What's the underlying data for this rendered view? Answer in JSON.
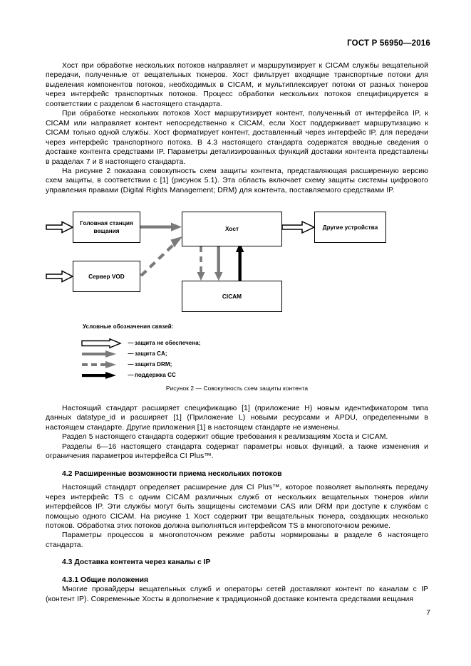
{
  "header": {
    "standard": "ГОСТ Р 56950—2016"
  },
  "page_number": "7",
  "body_top": {
    "paragraphs": [
      "Хост при обработке нескольких потоков направляет и маршрутизирует к CICAM службы вещательной передачи, полученные от вещательных тюнеров. Хост фильтрует входящие транспортные потоки для выделения компонентов потоков, необходимых в CICAM, и мультиплексирует потоки от разных тюнеров через интерфейс транспортных потоков. Процесс обработки нескольких потоков специфицируется в соответствии с разделом 6 настоящего стандарта.",
      "При обработке нескольких потоков Хост маршрутизирует контент, полученный от интерфейса IP, к CICAM или направляет контент непосредственно к CICAM, если Хост поддерживает маршрутизацию к CICAM только одной службы. Хост форматирует контент, доставленный через интерфейс IP, для передачи через интерфейс транспортного потока. В 4.3 настоящего стандарта содержатся вводные сведения о доставке контента средствами IP. Параметры детализированных функций доставки контента представлены в разделах 7 и 8 настоящего стандарта.",
      "На рисунке 2 показана совокупность схем защиты контента, представляющая расширенную версию схем защиты, в соответствии с [1] (рисунок 5.1). Эта область включает схему защиты системы цифрового управления правами (Digital Rights Management; DRM) для контента, поставляемого средствами IP."
    ]
  },
  "figure": {
    "caption": "Рисунок 2 — Совокупность схем защиты контента",
    "boxes": {
      "headend": "Головная станция вещания",
      "vod": "Сервер VOD",
      "host": "Хост",
      "cicam": "CICAM",
      "other_devices": "Другие устройства"
    },
    "legend": {
      "title": "Условные обозначения связей:",
      "dash": "—",
      "items": [
        {
          "label": "защита не обеспечена;",
          "style": "hollow",
          "color": "#000000"
        },
        {
          "label": "защита CA;",
          "style": "solid-gray",
          "color": "#7a7a7a"
        },
        {
          "label": "защита DRM;",
          "style": "dashed-gray",
          "color": "#7a7a7a"
        },
        {
          "label": "поддержка CC",
          "style": "solid-black",
          "color": "#000000"
        }
      ]
    }
  },
  "body_bottom": {
    "paragraphs": [
      "Настоящий стандарт расширяет спецификацию [1] (приложение H) новым идентификатором типа данных datatype_id и расширяет [1] (Приложение L) новыми ресурсами и APDU, определенными в настоящем стандарте. Другие приложения [1] в настоящем стандарте не изменены.",
      "Раздел 5 настоящего стандарта содержит общие требования к реализациям Хоста и CICAM.",
      "Разделы 6—16 настоящего стандарта содержат параметры новых функций, а также изменения и ограничения параметров интерфейса CI Plus™."
    ],
    "heading_4_2": "4.2 Расширенные возможности приема нескольких потоков",
    "paragraph_4_2": "Настоящий стандарт определяет расширение для CI Plus™, которое позволяет выполнять передачу через интерфейс TS с одним CICAM различных служб от нескольких вещательных тюнеров и/или интерфейсов IP. Эти службы могут быть защищены системами CAS или DRM при доступе к службам с помощью одного CICAM. На рисунке 1 Хост содержит три вещательных тюнера, создающих несколько потоков. Обработка этих потоков должна выполняться интерфейсом TS в многопоточном режиме.",
    "paragraph_4_2b": "Параметры процессов в многопоточном режиме работы нормированы в разделе 6 настоящего стандарта.",
    "heading_4_3": "4.3 Доставка контента через каналы с IP",
    "heading_4_3_1": "4.3.1 Общие положения",
    "paragraph_4_3_1": "Многие провайдеры вещательных служб и операторы сетей доставляют контент по каналам с IP (контент IP). Современные Хосты в дополнение к традиционной доставке контента средствами вещания"
  }
}
